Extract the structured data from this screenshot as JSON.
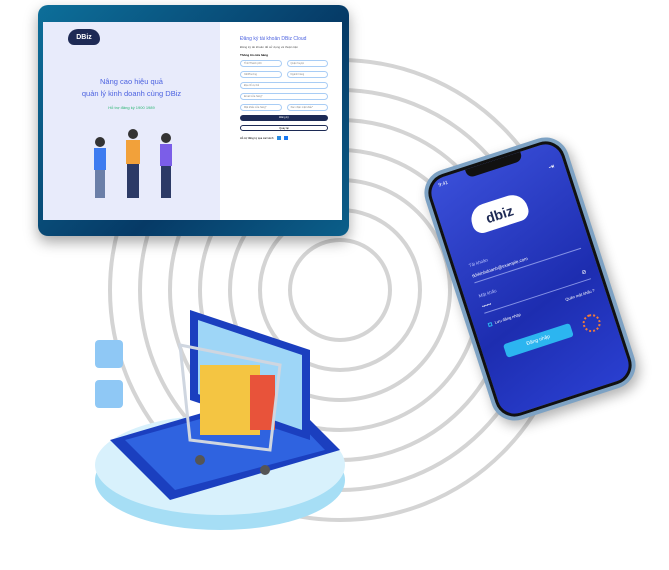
{
  "tablet": {
    "logo": "DBiz",
    "headline_line1": "Nâng cao hiệu quả",
    "headline_line2": "quản lý kinh doanh cùng DBiz",
    "hotline": "Hỗ trợ đăng ký 1900 1989",
    "form": {
      "title": "Đăng ký tài khoản DBiz Cloud",
      "subtitle": "Đăng ký tài khoản để sử dụng và thuận tiện",
      "section": "Thông tin cửa hàng",
      "fields": [
        "Tỉnh/Thành phố",
        "Quận huyện",
        "Xã/Phường",
        "Ngành hàng",
        "Địa chỉ cụ thể",
        "Email cửa hàng*",
        "Mật khẩu cửa hàng*",
        "Xác nhận mật khẩu*"
      ],
      "register": "Đăng ký",
      "back": "Quay lại",
      "support": "Hỗ trợ đăng ký qua các kênh:"
    }
  },
  "phone": {
    "time": "9:41",
    "logo": "dbiz",
    "account_label": "Tài khoản",
    "account_value": "tkhkinhdoanh@example.com",
    "password_label": "Mật khẩu",
    "password_value": "••••••",
    "remember": "Lưu đăng nhập",
    "forgot": "Quên mật khẩu ?",
    "login": "Đăng nhập"
  }
}
